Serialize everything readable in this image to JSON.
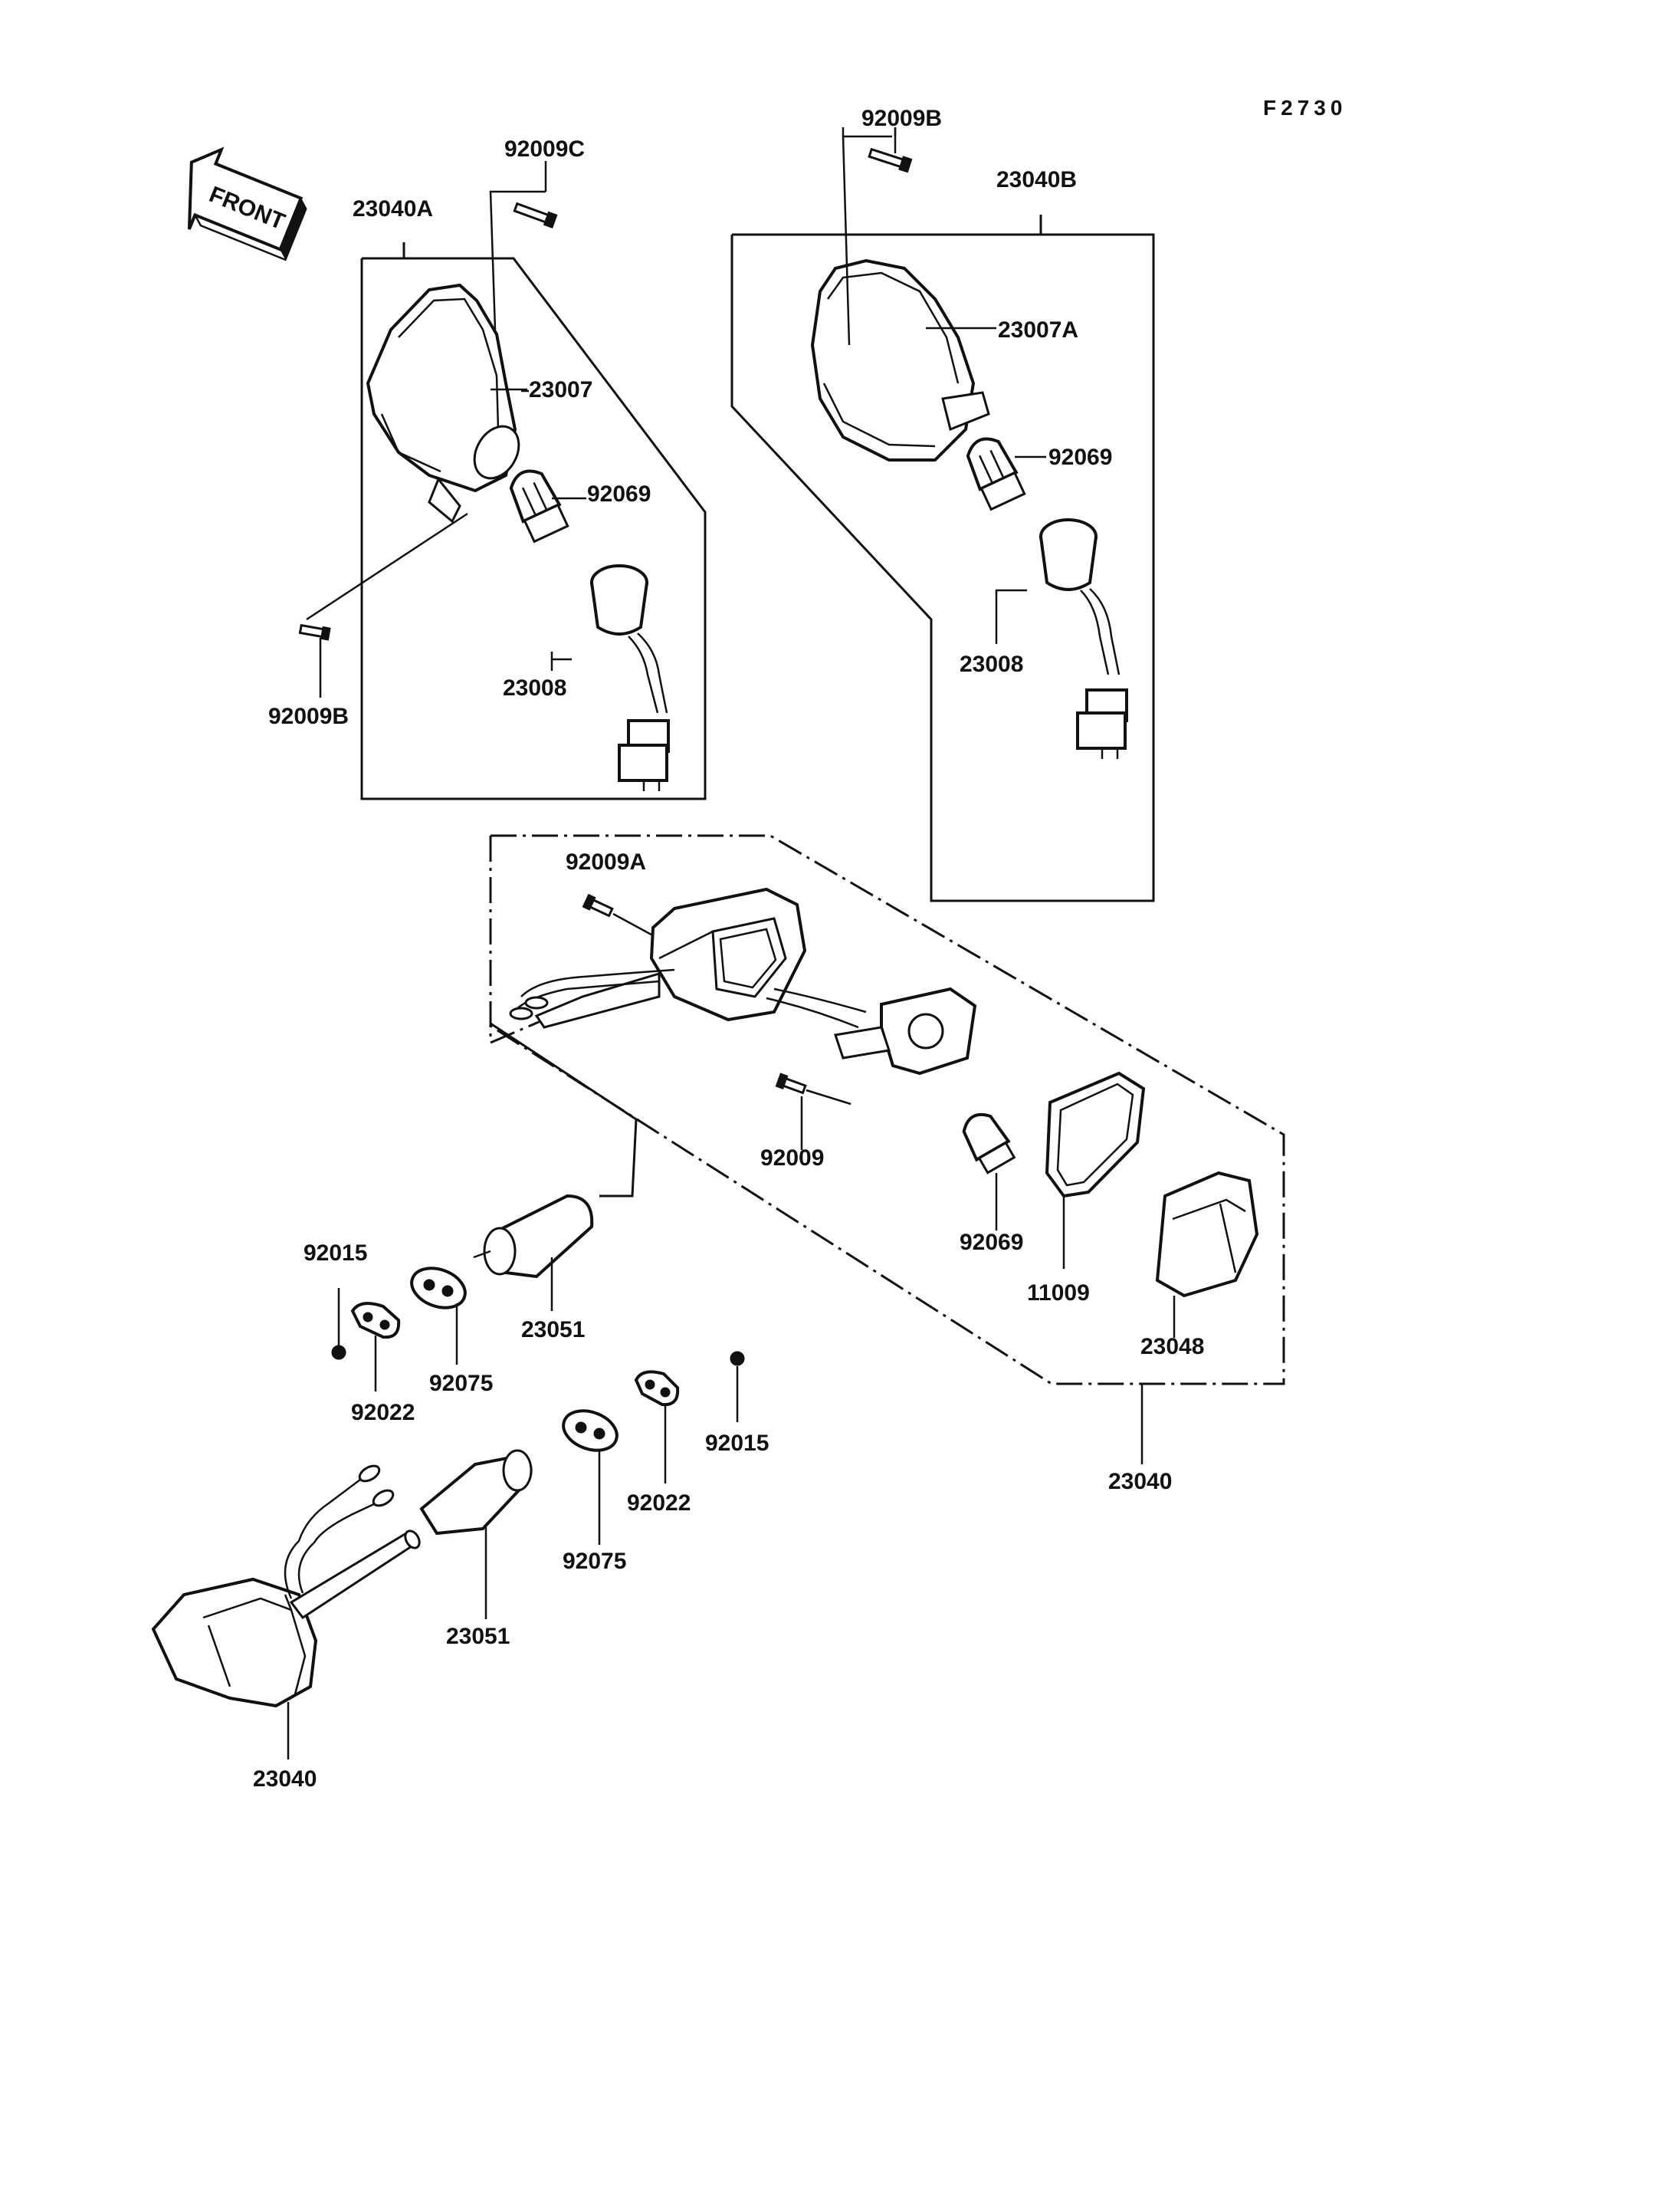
{
  "figure_code": "F2730",
  "front_arrow": "FRONT",
  "labels": {
    "l92009C": "92009C",
    "l23040A": "23040A",
    "l23007": "23007",
    "l92069_a": "92069",
    "l23008_a": "23008",
    "l92009B_a": "92009B",
    "l92009B_b": "92009B",
    "l23040B": "23040B",
    "l23007A": "23007A",
    "l92069_b": "92069",
    "l23008_b": "23008",
    "l92009A": "92009A",
    "l92009": "92009",
    "l92069_c": "92069",
    "l11009": "11009",
    "l23048": "23048",
    "l23040_a": "23040",
    "l92015_a": "92015",
    "l92022_a": "92022",
    "l92075_a": "92075",
    "l23051_a": "23051",
    "l92015_b": "92015",
    "l92022_b": "92022",
    "l92075_b": "92075",
    "l23051_b": "23051",
    "l23040_b": "23040"
  }
}
